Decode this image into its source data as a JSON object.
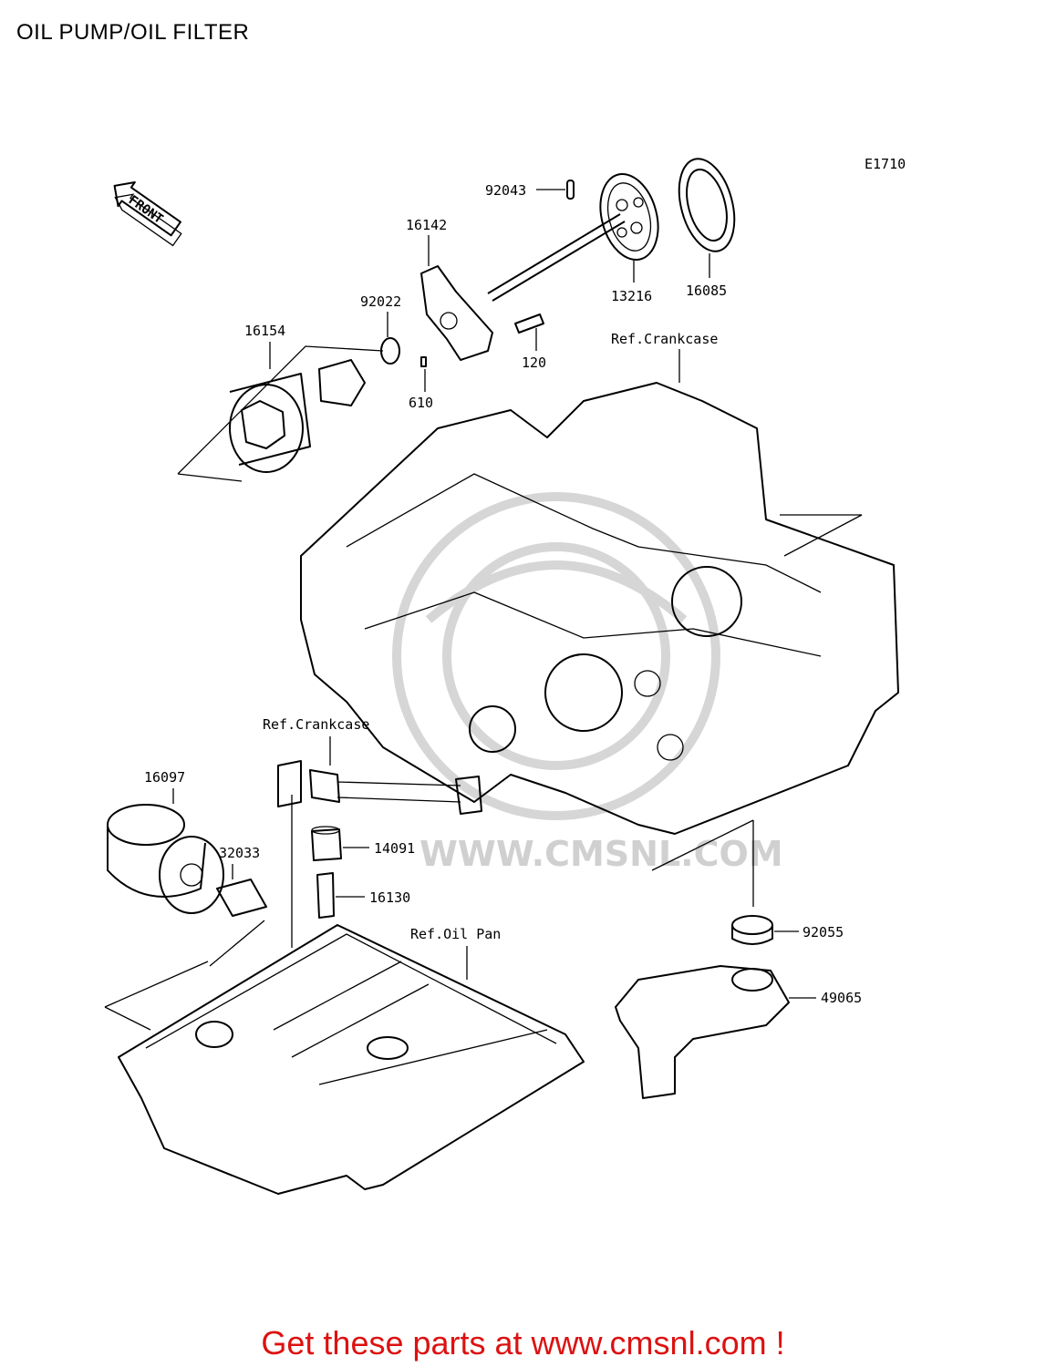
{
  "title": "OIL PUMP/OIL FILTER",
  "diagram_code": "E1710",
  "front_indicator": "FRONT",
  "watermark": "WWW.CMSNL.COM",
  "part_labels": {
    "p92043": "92043",
    "p16142": "16142",
    "p13216": "13216",
    "p16085": "16085",
    "p92022": "92022",
    "p16154": "16154",
    "p120": "120",
    "p610": "610",
    "ref_crankcase_top": "Ref.Crankcase",
    "ref_crankcase_mid": "Ref.Crankcase",
    "p16097": "16097",
    "p32033": "32033",
    "p14091": "14091",
    "p16130": "16130",
    "ref_oil_pan": "Ref.Oil Pan",
    "p92055": "92055",
    "p49065": "49065"
  },
  "footer": "Get these parts at www.cmsnl.com !",
  "colors": {
    "footer": "#dd1111",
    "watermark": "#d0d0d0"
  }
}
